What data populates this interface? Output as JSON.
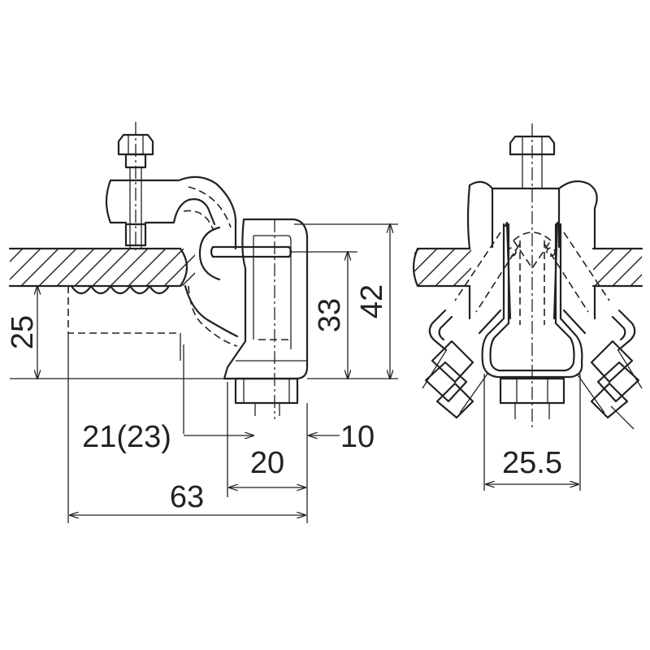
{
  "dimensions": {
    "side_view": {
      "height_25": "25",
      "height_33": "33",
      "height_42": "42",
      "width_21_23": "21(23)",
      "width_20": "20",
      "width_10": "10",
      "width_63": "63"
    },
    "front_view": {
      "width_25_5": "25.5"
    }
  }
}
